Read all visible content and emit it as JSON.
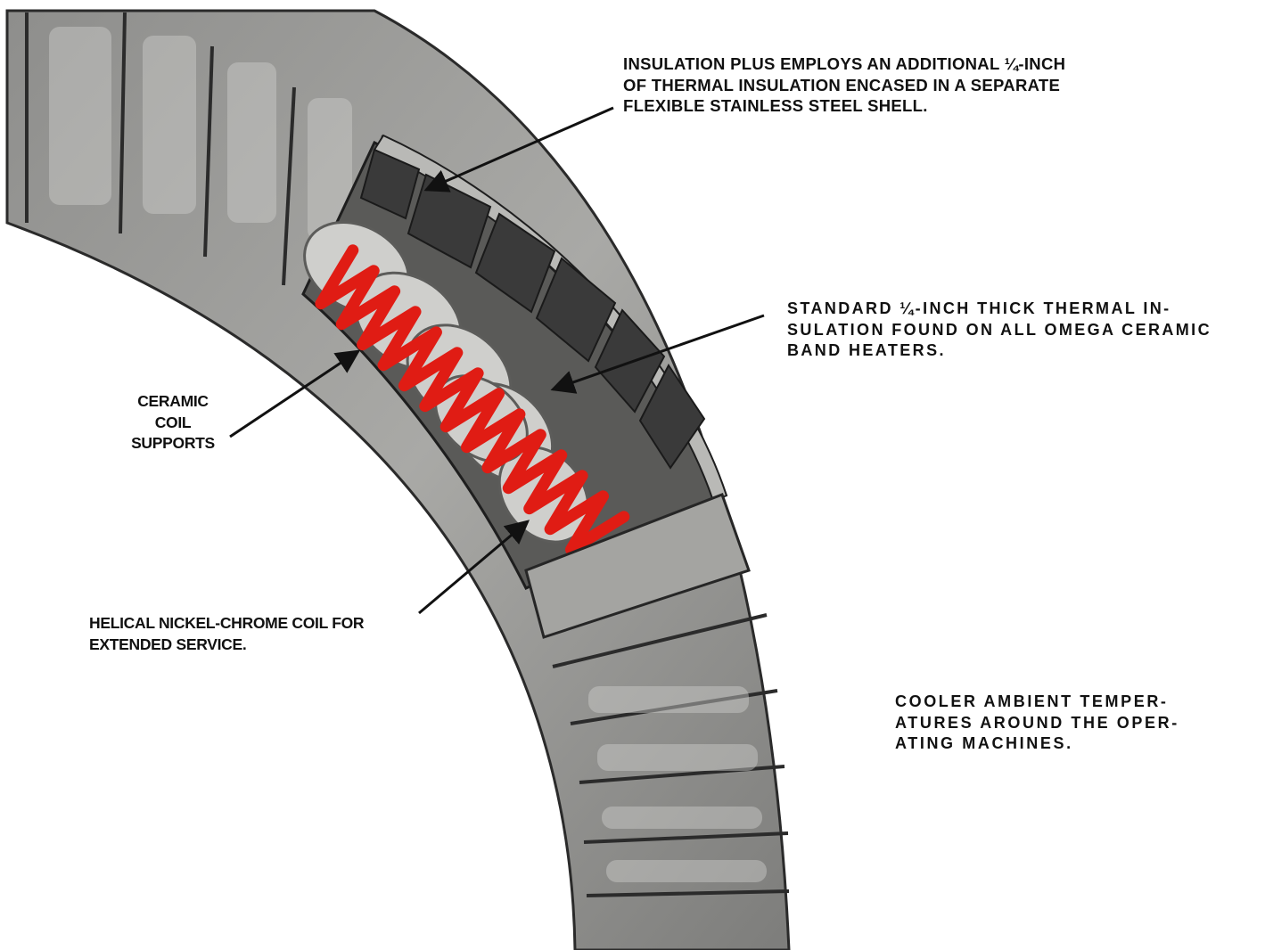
{
  "callouts": {
    "insulation_plus": {
      "lines": [
        "INSULATION PLUS EMPLOYS AN ADDITIONAL ¼-INCH",
        "OF THERMAL INSULATION ENCASED IN A SEPARATE",
        "FLEXIBLE STAINLESS STEEL SHELL."
      ]
    },
    "standard_insulation": {
      "lines": [
        "STANDARD ¼-INCH THICK THERMAL IN-",
        "SULATION FOUND ON ALL OMEGA CERAMIC",
        "BAND HEATERS."
      ]
    },
    "ceramic_supports": {
      "lines": [
        "CERAMIC",
        "COIL",
        "SUPPORTS"
      ]
    },
    "helical_coil": {
      "lines": [
        "HELICAL NICKEL-CHROME COIL FOR",
        "EXTENDED SERVICE."
      ]
    },
    "cooler_ambient": {
      "lines": [
        "COOLER AMBIENT TEMPER-",
        "ATURES AROUND THE OPER-",
        "ATING MACHINES."
      ]
    }
  },
  "colors": {
    "coil": "#e01c14",
    "ceramic_block": "#9a9a98",
    "ceramic_light": "#cfcfcc",
    "ceramic_edge": "#2e2e2e",
    "insulation_dark": "#3a3a3a",
    "insulation_fill": "#6d6d6b",
    "text": "#111111",
    "background": "#ffffff"
  }
}
